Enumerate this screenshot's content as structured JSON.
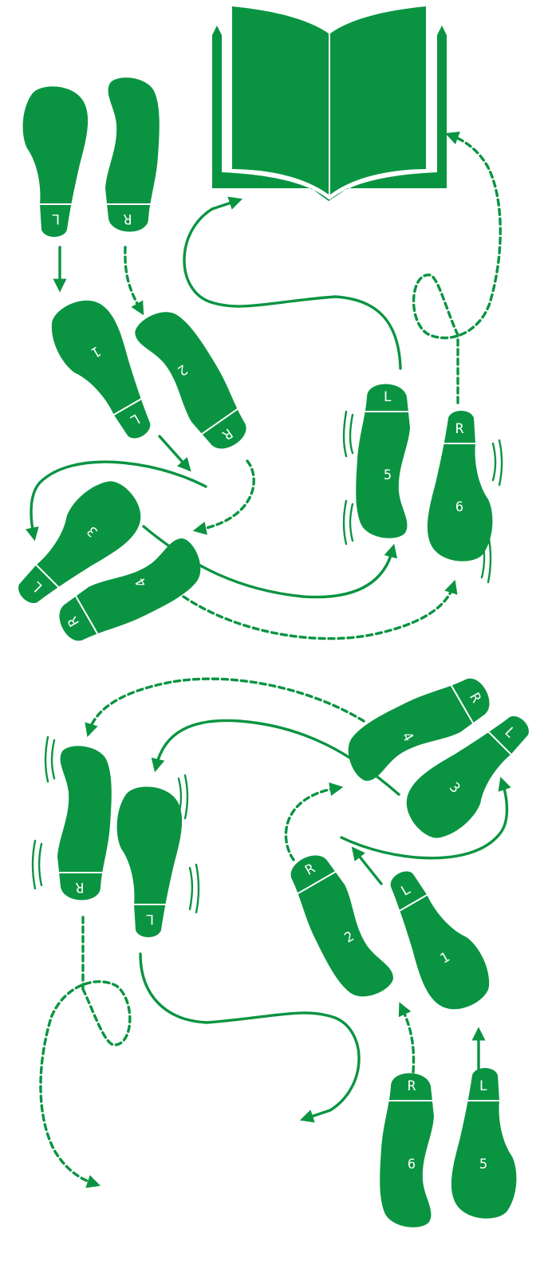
{
  "colors": {
    "accent": "#0a9441",
    "background": "#ffffff",
    "label": "#ffffff"
  },
  "icons": [
    "book-icon",
    "footprint-icon",
    "arrow-icon",
    "vibration-mark-icon"
  ],
  "top_sequence": {
    "footprints": [
      {
        "label": "L",
        "step": ""
      },
      {
        "label": "R",
        "step": ""
      },
      {
        "label": "L",
        "step": "1"
      },
      {
        "label": "R",
        "step": "2"
      },
      {
        "label": "L",
        "step": "3"
      },
      {
        "label": "R",
        "step": "4"
      },
      {
        "label": "L",
        "step": "5"
      },
      {
        "label": "R",
        "step": "6"
      }
    ]
  },
  "bottom_sequence": {
    "footprints": [
      {
        "label": "R",
        "step": ""
      },
      {
        "label": "L",
        "step": ""
      },
      {
        "label": "R",
        "step": "2"
      },
      {
        "label": "L",
        "step": "1"
      },
      {
        "label": "R",
        "step": "4"
      },
      {
        "label": "L",
        "step": "3"
      },
      {
        "label": "R",
        "step": "6"
      },
      {
        "label": "L",
        "step": "5"
      }
    ]
  }
}
